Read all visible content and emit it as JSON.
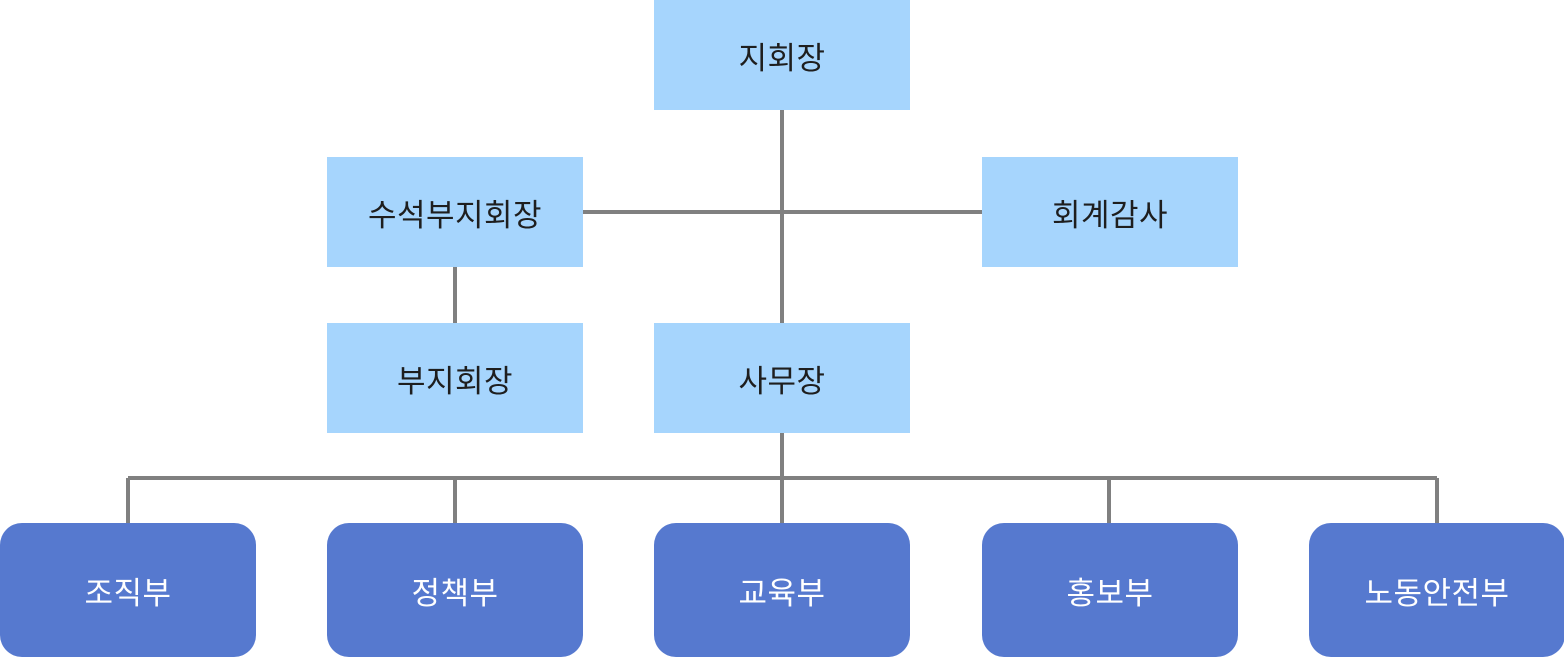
{
  "org_chart": {
    "chair": "지회장",
    "senior_vice_chair": "수석부지회장",
    "audit": "회계감사",
    "vice_chair": "부지회장",
    "secretary_general": "사무장",
    "departments": [
      "조직부",
      "정책부",
      "교육부",
      "홍보부",
      "노동안전부"
    ]
  },
  "colors": {
    "light_box": "#a6d5fd",
    "dept_box": "#5679cf",
    "connector": "#808080",
    "dark_text": "#1e1e1e",
    "light_text": "#ffffff"
  }
}
